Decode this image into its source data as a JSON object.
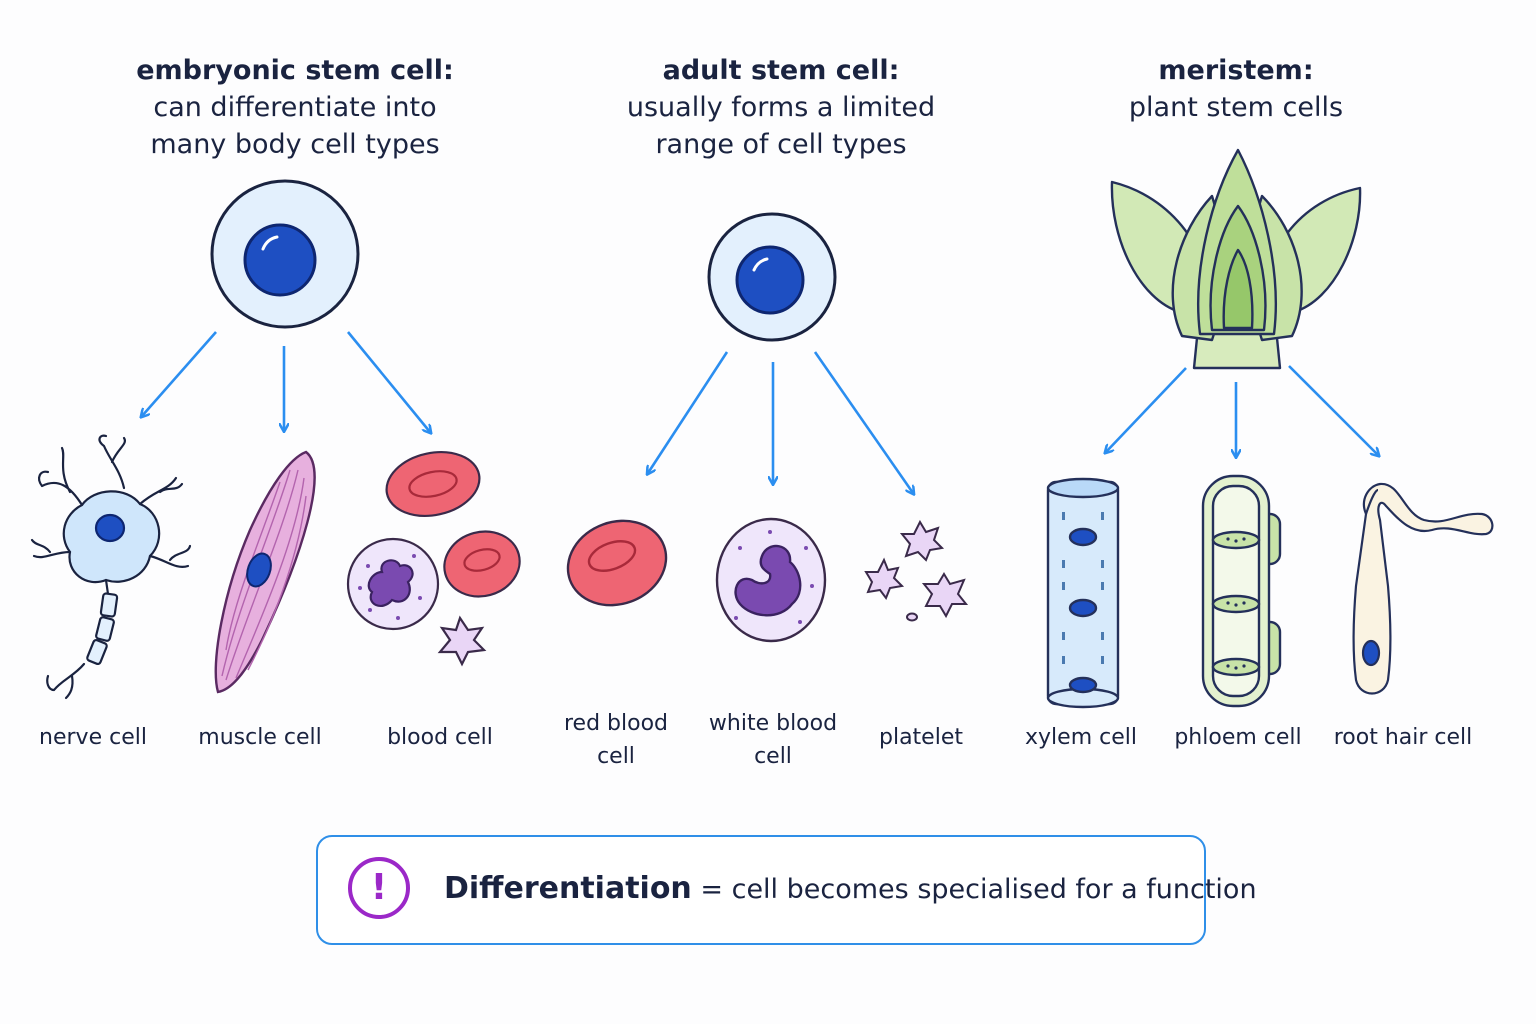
{
  "columns": [
    {
      "title": "embryonic stem cell:",
      "lines": [
        "can differentiate into",
        "many body cell types"
      ]
    },
    {
      "title": "adult stem cell:",
      "lines": [
        "usually forms a limited",
        "range of cell types"
      ]
    },
    {
      "title": "meristem:",
      "lines": [
        "plant stem cells"
      ]
    }
  ],
  "labels": {
    "nerve": "nerve cell",
    "muscle": "muscle cell",
    "blood": "blood cell",
    "red_blood": [
      "red blood",
      "cell"
    ],
    "white_blood": [
      "white blood",
      "cell"
    ],
    "platelet": "platelet",
    "xylem": "xylem cell",
    "phloem": "phloem cell",
    "root_hair": "root hair cell"
  },
  "callout": {
    "icon": "exclamation-icon",
    "term": "Differentiation",
    "definition": "= cell becomes specialised for a function"
  },
  "colors": {
    "arrow": "#2b8ef0",
    "nucleus": "#1e4fc2",
    "red_cell": "#ee6573",
    "white_cell": "#efe6fb",
    "plant_green": "#c8e3a8",
    "icon_purple": "#9b28c8"
  }
}
